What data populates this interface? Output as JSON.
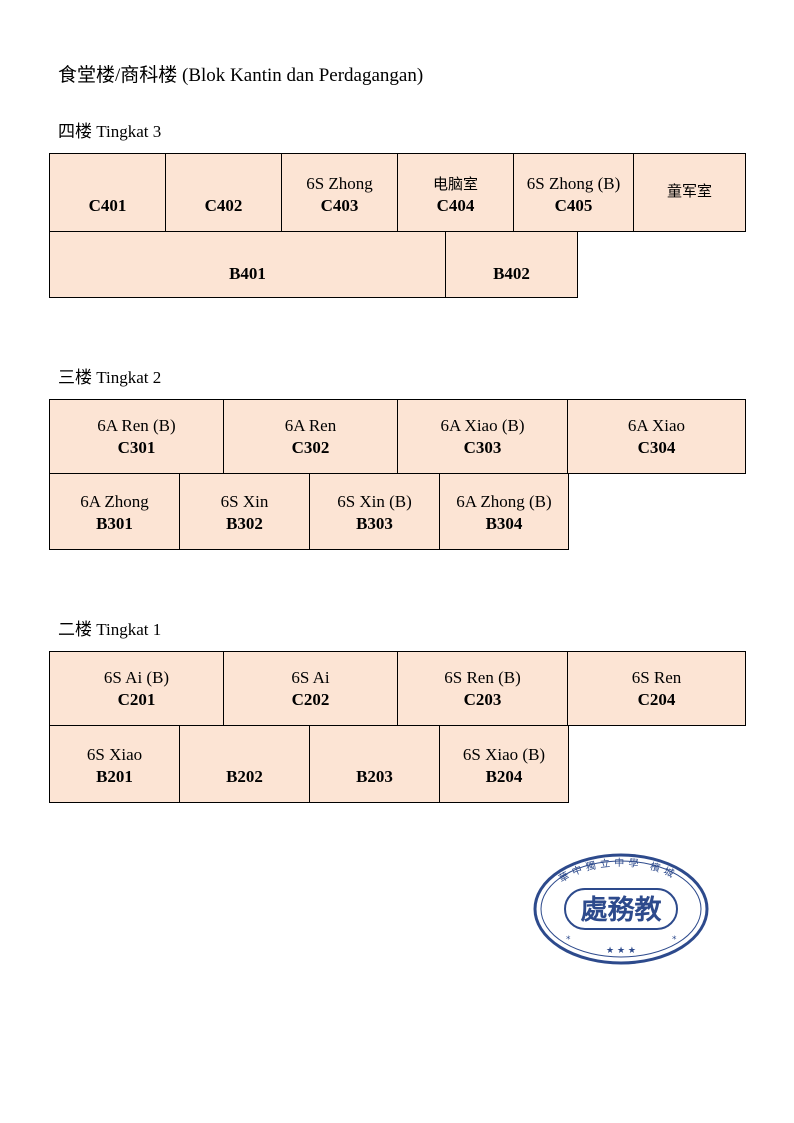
{
  "page": {
    "title": "食堂楼/商科楼 (Blok Kantin dan Perdagangan)"
  },
  "floors": [
    {
      "label": "四楼 Tingkat 3",
      "rows": [
        [
          {
            "name": "",
            "code": "C401"
          },
          {
            "name": "",
            "code": "C402"
          },
          {
            "name": "6S Zhong",
            "code": "C403"
          },
          {
            "name": "电脑室",
            "code": "C404"
          },
          {
            "name": "6S Zhong (B)",
            "code": "C405"
          },
          {
            "name": "童军室",
            "code": ""
          }
        ],
        [
          {
            "name": "",
            "code": "B401"
          },
          {
            "name": "",
            "code": "B402"
          }
        ]
      ]
    },
    {
      "label": "三楼 Tingkat 2",
      "rows": [
        [
          {
            "name": "6A Ren (B)",
            "code": "C301"
          },
          {
            "name": "6A Ren",
            "code": "C302"
          },
          {
            "name": "6A Xiao (B)",
            "code": "C303"
          },
          {
            "name": "6A Xiao",
            "code": "C304"
          }
        ],
        [
          {
            "name": "6A Zhong",
            "code": "B301"
          },
          {
            "name": "6S Xin",
            "code": "B302"
          },
          {
            "name": "6S Xin (B)",
            "code": "B303"
          },
          {
            "name": "6A Zhong (B)",
            "code": "B304"
          }
        ]
      ]
    },
    {
      "label": "二楼 Tingkat 1",
      "rows": [
        [
          {
            "name": "6S Ai (B)",
            "code": "C201"
          },
          {
            "name": "6S Ai",
            "code": "C202"
          },
          {
            "name": "6S Ren (B)",
            "code": "C203"
          },
          {
            "name": "6S Ren",
            "code": "C204"
          }
        ],
        [
          {
            "name": "6S Xiao",
            "code": "B201"
          },
          {
            "name": "",
            "code": "B202"
          },
          {
            "name": "",
            "code": "B203"
          },
          {
            "name": "6S Xiao (B)",
            "code": "B204"
          }
        ]
      ]
    }
  ],
  "stamp": {
    "center_text": "教務處",
    "ring_text": "華中獨立中學 檳城",
    "color": "#2d4a8c"
  },
  "colors": {
    "cell_fill": "#fce4d4",
    "border": "#000000"
  }
}
